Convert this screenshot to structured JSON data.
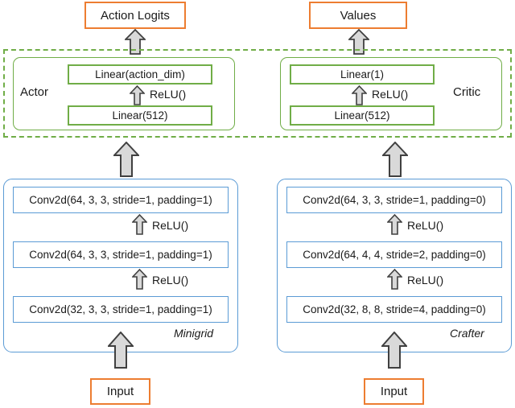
{
  "diagram": {
    "title": "Actor-Critic network architecture for Minigrid and Crafter",
    "colors": {
      "io_border": "#ED7D31",
      "head_border": "#70AD47",
      "conv_border": "#5B9BD5",
      "arrow_fill": "#D9D9D9",
      "arrow_stroke": "#404040",
      "text": "#1A1A1A",
      "background": "#FFFFFF"
    }
  },
  "outputs": {
    "action_logits": "Action Logits",
    "values": "Values"
  },
  "heads": {
    "actor": {
      "label": "Actor",
      "top_layer": "Linear(action_dim)",
      "activation": "ReLU()",
      "bottom_layer": "Linear(512)"
    },
    "critic": {
      "label": "Critic",
      "top_layer": "Linear(1)",
      "activation": "ReLU()",
      "bottom_layer": "Linear(512)"
    }
  },
  "encoders": {
    "minigrid": {
      "label": "Minigrid",
      "layers": [
        "Conv2d(64, 3, 3, stride=1, padding=1)",
        "Conv2d(64, 3, 3, stride=1, padding=1)",
        "Conv2d(32, 3, 3, stride=1, padding=1)"
      ],
      "activations": [
        "ReLU()",
        "ReLU()"
      ],
      "input": "Input"
    },
    "crafter": {
      "label": "Crafter",
      "layers": [
        "Conv2d(64, 3, 3, stride=1, padding=0)",
        "Conv2d(64, 4, 4, stride=2, padding=0)",
        "Conv2d(32, 8, 8, stride=4, padding=0)"
      ],
      "activations": [
        "ReLU()",
        "ReLU()"
      ],
      "input": "Input"
    }
  },
  "icons": {
    "flow_arrow": "up-arrow-icon",
    "relu_arrow": "up-arrow-icon"
  }
}
